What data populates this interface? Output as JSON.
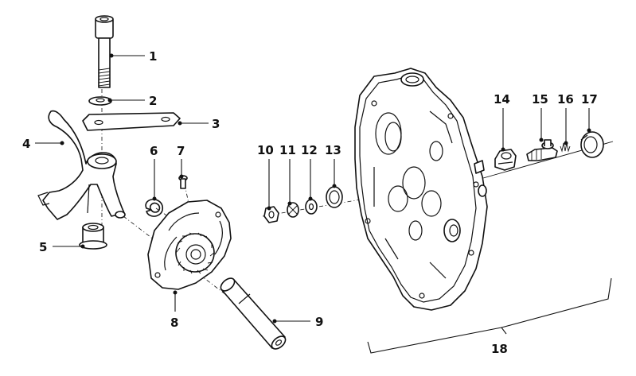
{
  "diagram": {
    "callouts": [
      {
        "id": "c1",
        "label": "1"
      },
      {
        "id": "c2",
        "label": "2"
      },
      {
        "id": "c3",
        "label": "3"
      },
      {
        "id": "c4",
        "label": "4"
      },
      {
        "id": "c5",
        "label": "5"
      },
      {
        "id": "c6",
        "label": "6"
      },
      {
        "id": "c7",
        "label": "7"
      },
      {
        "id": "c8",
        "label": "8"
      },
      {
        "id": "c9",
        "label": "9"
      },
      {
        "id": "c10",
        "label": "10"
      },
      {
        "id": "c11",
        "label": "11"
      },
      {
        "id": "c12",
        "label": "12"
      },
      {
        "id": "c13",
        "label": "13"
      },
      {
        "id": "c14",
        "label": "14"
      },
      {
        "id": "c15",
        "label": "15"
      },
      {
        "id": "c16",
        "label": "16"
      },
      {
        "id": "c17",
        "label": "17"
      },
      {
        "id": "c18",
        "label": "18"
      }
    ],
    "colors": {
      "ink": "#111111",
      "background": "#ffffff"
    }
  }
}
